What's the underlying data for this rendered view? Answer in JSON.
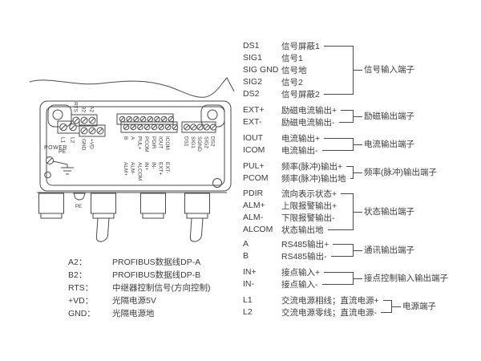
{
  "colors": {
    "ink": "#3b3b3b",
    "line": "#4a4a4a",
    "bg": "#ffffff"
  },
  "device": {
    "power_label": "POWER",
    "pe_label": "PE",
    "gland_pe_label": "PE",
    "power_block_labels": [
      "L1",
      "L2"
    ],
    "profibus_block_labels": [
      "RTS",
      "B2",
      "A2"
    ],
    "iso_power_block_labels": [
      "GND",
      "+VD"
    ],
    "mid_block_row1_labels": [
      "B",
      "A",
      "PUL+",
      "PCOM",
      "PDIR",
      "IOUT",
      "ICOM"
    ],
    "mid_block_row2_labels": [
      "ALM+",
      "ALM-",
      "ALCOM",
      "IN+",
      "IN-",
      "EXT+",
      "EXT-"
    ],
    "signal_block_labels": [
      "DS1",
      "SIG1",
      "SGND",
      "SIG2",
      "DS2"
    ]
  },
  "legend": {
    "items": [
      {
        "code": "A2：",
        "desc": "PROFIBUS数据线DP-A"
      },
      {
        "code": "B2：",
        "desc": "PROFIBUS数据线DP-B"
      },
      {
        "code": "RTS：",
        "desc": "中继器控制信号(方向控制)"
      },
      {
        "code": "+VD：",
        "desc": "光隔电源5V"
      },
      {
        "code": "GND：",
        "desc": "光隔电源地"
      }
    ]
  },
  "terminal_groups": [
    {
      "label": "信号输入端子",
      "rows": [
        {
          "code": "DS1",
          "desc": "信号屏蔽1",
          "line": true
        },
        {
          "code": "SIG1",
          "desc": "信号1",
          "line": false
        },
        {
          "code": "SIG GND",
          "desc": "信号地",
          "line": false
        },
        {
          "code": "SIG2",
          "desc": "信号2",
          "line": false
        },
        {
          "code": "DS2",
          "desc": "信号屏蔽2",
          "line": true
        }
      ]
    },
    {
      "label": "励磁输出端子",
      "rows": [
        {
          "code": "EXT+",
          "desc": "励磁电流输出+",
          "line": true
        },
        {
          "code": "EXT-",
          "desc": "励磁电流输出-",
          "line": true
        }
      ]
    },
    {
      "label": "电流输出端子",
      "rows": [
        {
          "code": "IOUT",
          "desc": "电流输出+",
          "line": true
        },
        {
          "code": "ICOM",
          "desc": "电流输出-",
          "line": true
        }
      ]
    },
    {
      "label": "频率(脉冲)输出端子",
      "rows": [
        {
          "code": "PUL+",
          "desc": "频率(脉冲)输出+",
          "line": true
        },
        {
          "code": "PCOM",
          "desc": "频率(脉冲)输出地",
          "line": true
        }
      ]
    },
    {
      "label": "状态输出端子",
      "rows": [
        {
          "code": "PDIR",
          "desc": "流向表示状态+",
          "line": true
        },
        {
          "code": "ALM+",
          "desc": "上限报警输出+",
          "line": false
        },
        {
          "code": "ALM-",
          "desc": "下限报警输出-",
          "line": false
        },
        {
          "code": "ALCOM",
          "desc": "状态输出地",
          "line": true
        }
      ]
    },
    {
      "label": "通讯输出端子",
      "rows": [
        {
          "code": "A",
          "desc": "RS485输出+",
          "line": true
        },
        {
          "code": "B",
          "desc": "RS485输出-",
          "line": true
        }
      ]
    },
    {
      "label": "接点控制输入输出端子",
      "rows": [
        {
          "code": "IN+",
          "desc": "接点输入+",
          "line": true
        },
        {
          "code": "IN-",
          "desc": "接点输入-",
          "line": true
        }
      ]
    },
    {
      "label": "电源端子",
      "rows": [
        {
          "code": "L1",
          "desc": "交流电源相线；直流电源+",
          "line": true
        },
        {
          "code": "L2",
          "desc": "交流电源零线；直流电源-",
          "line": true
        }
      ]
    }
  ]
}
